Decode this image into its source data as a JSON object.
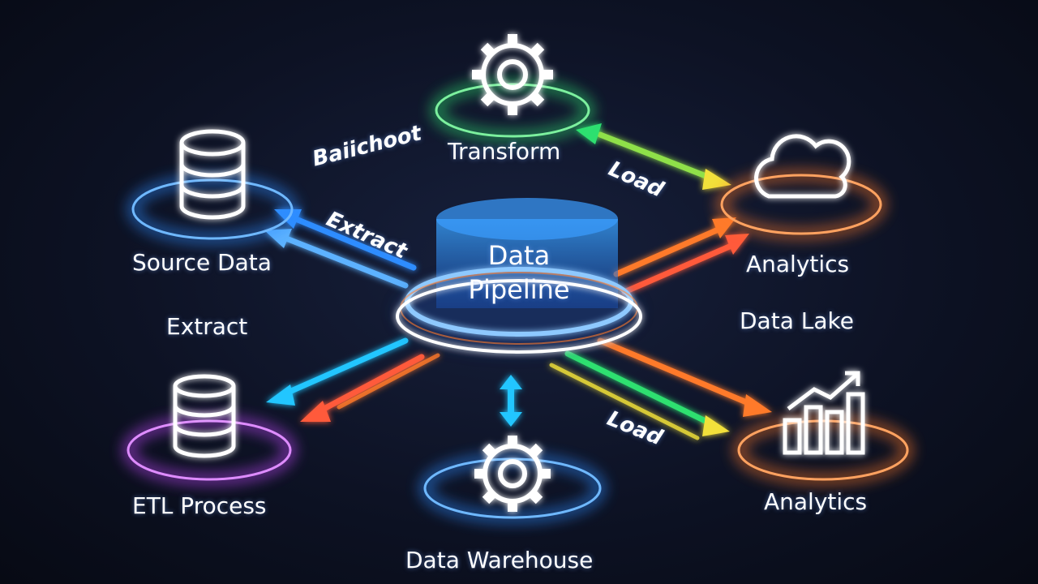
{
  "diagram": {
    "center": {
      "line1": "Data",
      "line2": "Pipeline"
    },
    "nodes": {
      "source_data": "Source Data",
      "transform": "Transform",
      "analytics_top": "Analytics",
      "data_lake": "Data Lake",
      "etl_process": "ETL Process",
      "data_warehouse": "Data Warehouse",
      "analytics_bottom": "Analytics"
    },
    "flow_labels": {
      "extract_arrow": "Extract",
      "extract_side": "Extract",
      "load_top": "Load",
      "load_bottom": "Load",
      "garbled": "Baiichoot"
    }
  },
  "colors": {
    "blue": "#2f8dff",
    "cyan": "#22c6ff",
    "green": "#2fe070",
    "orange": "#ff7a2a",
    "purple": "#c548ff",
    "yellow": "#f2e13a",
    "red": "#ff5a3a",
    "background": "#0b0f1e"
  },
  "icons": {
    "source_data": "database-icon",
    "etl_process": "database-icon",
    "transform": "gear-icon",
    "data_warehouse": "gear-icon",
    "analytics_top": "cloud-icon",
    "analytics_bottom": "bar-chart-icon"
  }
}
